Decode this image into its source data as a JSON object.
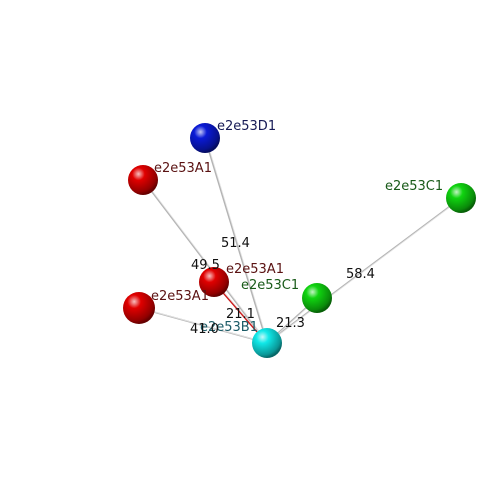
{
  "nodes": [
    {
      "id": "n1",
      "label": "e2e53D1",
      "color": "#0a1ad6",
      "text_color": "#161a55"
    },
    {
      "id": "n2",
      "label": "e2e53A1",
      "color": "#e00000",
      "text_color": "#5a1212"
    },
    {
      "id": "n3",
      "label": "e2e53C1",
      "color": "#10d410",
      "text_color": "#185a18"
    },
    {
      "id": "n4",
      "label": "e2e53A1",
      "color": "#e00000",
      "text_color": "#5a1212"
    },
    {
      "id": "n5",
      "label": "e2e53C1",
      "color": "#10d410",
      "text_color": "#185a18"
    },
    {
      "id": "n6",
      "label": "e2e53A1",
      "color": "#e00000",
      "text_color": "#5a1212"
    },
    {
      "id": "n7",
      "label": "e2e53B1",
      "color": "#10e8e8",
      "text_color": "#1a5a66"
    }
  ],
  "edges": [
    {
      "from": "n2",
      "to": "n7",
      "label": "49.5",
      "color": "#b4b4b4"
    },
    {
      "from": "n1",
      "to": "n7",
      "label": "51.4",
      "color": "#b4b4b4"
    },
    {
      "from": "n3",
      "to": "n7",
      "label": "58.4",
      "color": "#b4b4b4"
    },
    {
      "from": "n4",
      "to": "n7",
      "label": "21.1",
      "color": "#cc1a1a"
    },
    {
      "from": "n5",
      "to": "n7",
      "label": "21.3",
      "color": "#b4b4b4"
    },
    {
      "from": "n6",
      "to": "n7",
      "label": "41.0",
      "color": "#b4b4b4"
    }
  ]
}
